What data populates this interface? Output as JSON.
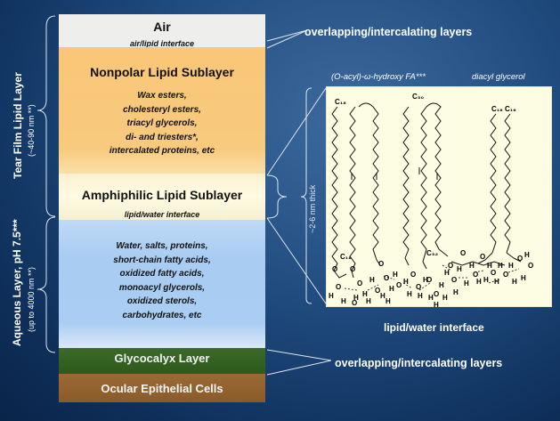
{
  "layers": {
    "air": {
      "title": "Air",
      "sub": "air/lipid interface"
    },
    "nonpolar": {
      "title": "Nonpolar Lipid Sublayer",
      "items": [
        "Wax esters,",
        "cholesteryl esters,",
        "triacyl glycerols,",
        "di- and triesters*,",
        "intercalated proteins, etc"
      ]
    },
    "amphiphilic": {
      "title": "Amphiphilic Lipid Sublayer",
      "sub": "lipid/water interface"
    },
    "aqueous": {
      "items": [
        "Water, salts, proteins,",
        "short-chain fatty acids,",
        "oxidized fatty acids,",
        "monoacyl glycerols,",
        "oxidized sterols,",
        "carbohydrates, etc"
      ]
    },
    "glycocalyx": {
      "title": "Glycocalyx Layer"
    },
    "ocular": {
      "title": "Ocular Epithelial Cells"
    }
  },
  "side_labels": {
    "lipid_main": "Tear Film Lipid Layer",
    "lipid_sub": "(~40-90 nm **)",
    "aqueous_main": "Aqueous Layer, pH 7.5***",
    "aqueous_sub": "(up to 4000 nm **)"
  },
  "callouts": {
    "top": "overlapping/intercalating layers",
    "bottom": "overlapping/intercalating layers",
    "thickness": "~2-6 nm thick",
    "interface": "lipid/water interface"
  },
  "molecules": {
    "label_left": "(O-acyl)-ω-hydroxy FA***",
    "label_right": "diacyl glycerol",
    "chain_labels": [
      "C₁₈",
      "C₃₀",
      "C₁₆",
      "C₁₆",
      "C₁₈",
      "C₃₂"
    ],
    "atoms": [
      "O",
      "O",
      "O",
      "O",
      "O",
      "O",
      "O",
      "O",
      "O",
      "O",
      "O",
      "O",
      "O",
      "O",
      "O",
      "O",
      "O",
      "O",
      "O",
      "O",
      "O",
      "O"
    ],
    "hydrogens": [
      "H",
      "H",
      "H",
      "H",
      "H",
      "H",
      "H",
      "H",
      "H",
      "H",
      "H",
      "H",
      "H",
      "H",
      "H",
      "H",
      "H",
      "H",
      "H",
      "H",
      "H",
      "H",
      "H",
      "H",
      "H",
      "H",
      "H",
      "H",
      "H",
      "H",
      "H",
      "H"
    ]
  },
  "colors": {
    "air": "#eeeeec",
    "nonpolar": "#f8c87a",
    "amphiphilic": "#fffbe3",
    "aqueous": "#a8ccf2",
    "glycocalyx": "#2f5d20",
    "ocular": "#925f2f",
    "background": "#1f4a7d"
  }
}
